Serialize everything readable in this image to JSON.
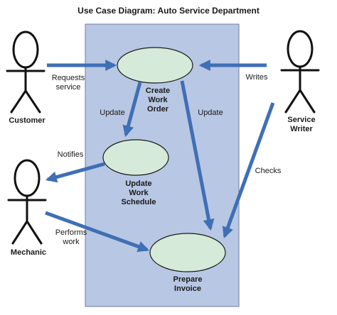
{
  "title": "Use Case Diagram: Auto Service Department",
  "colors": {
    "system_boundary_fill": "#b8c7e3",
    "system_boundary_stroke": "#6f7ea3",
    "use_case_fill": "#d5ead9",
    "use_case_stroke": "#1a1a1a",
    "arrow": "#3f6fb5",
    "actor_stroke": "#111111"
  },
  "actors": [
    {
      "id": "customer",
      "label": "Customer"
    },
    {
      "id": "service-writer",
      "label": "Service\nWriter"
    },
    {
      "id": "mechanic",
      "label": "Mechanic"
    }
  ],
  "use_cases": [
    {
      "id": "create-work-order",
      "label": "Create\nWork\nOrder"
    },
    {
      "id": "update-work-schedule",
      "label": "Update\nWork\nSchedule"
    },
    {
      "id": "prepare-invoice",
      "label": "Prepare\nInvoice"
    }
  ],
  "relationships": [
    {
      "id": "requests-service",
      "from": "customer",
      "to": "create-work-order",
      "label": "Requests\nservice"
    },
    {
      "id": "writes",
      "from": "service-writer",
      "to": "create-work-order",
      "label": "Writes"
    },
    {
      "id": "update-schedule",
      "from": "create-work-order",
      "to": "update-work-schedule",
      "label": "Update"
    },
    {
      "id": "update-invoice",
      "from": "create-work-order",
      "to": "prepare-invoice",
      "label": "Update"
    },
    {
      "id": "checks",
      "from": "service-writer",
      "to": "prepare-invoice",
      "label": "Checks"
    },
    {
      "id": "notifies",
      "from": "update-work-schedule",
      "to": "mechanic",
      "label": "Notifies"
    },
    {
      "id": "performs-work",
      "from": "mechanic",
      "to": "prepare-invoice",
      "label": "Performs\nwork"
    }
  ]
}
